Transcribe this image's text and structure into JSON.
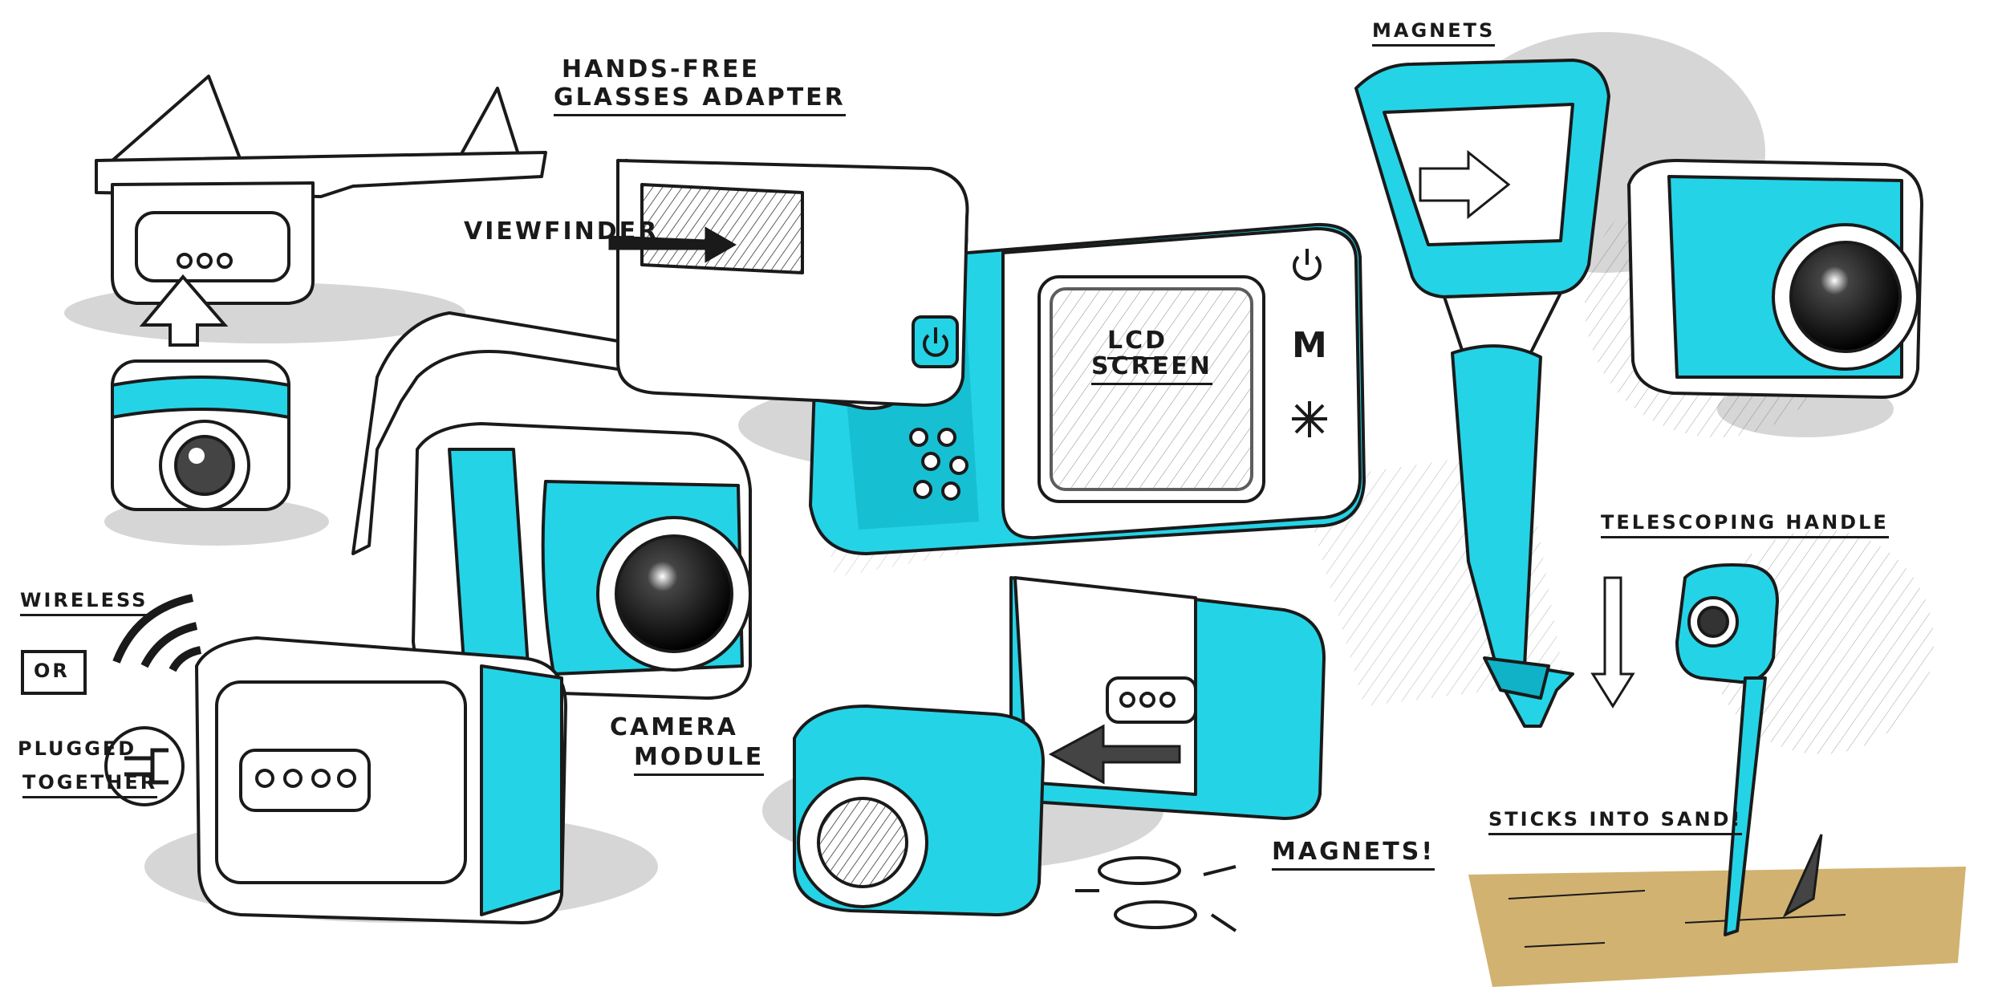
{
  "colors": {
    "ink": "#1a1a1a",
    "marker_cyan": "#25d3e6",
    "marker_cyan_dark": "#0fb2c6",
    "shadow_gray": "#c9c9c9",
    "sand": "#c9a457",
    "paper": "#ffffff"
  },
  "labels": {
    "hands_free_1": "HANDS-FREE",
    "hands_free_2": "GLASSES ADAPTER",
    "viewfinder": "VIEWFINDER",
    "lcd_1": "LCD",
    "lcd_2": "SCREEN",
    "magnets_top": "MAGNETS",
    "telescoping": "TELESCOPING HANDLE",
    "wireless": "WIRELESS",
    "or": "OR",
    "plugged_1": "PLUGGED",
    "plugged_2": "TOGETHER",
    "camera_1": "CAMERA",
    "camera_2": "MODULE",
    "magnets_bottom": "MAGNETS!",
    "sticks": "STICKS INTO SAND!",
    "mode_button": "M"
  },
  "icons": {
    "power": "power-icon",
    "wireless": "wireless-waves-icon",
    "plug": "plug-icon",
    "sparkle": "sparkle-icon"
  }
}
